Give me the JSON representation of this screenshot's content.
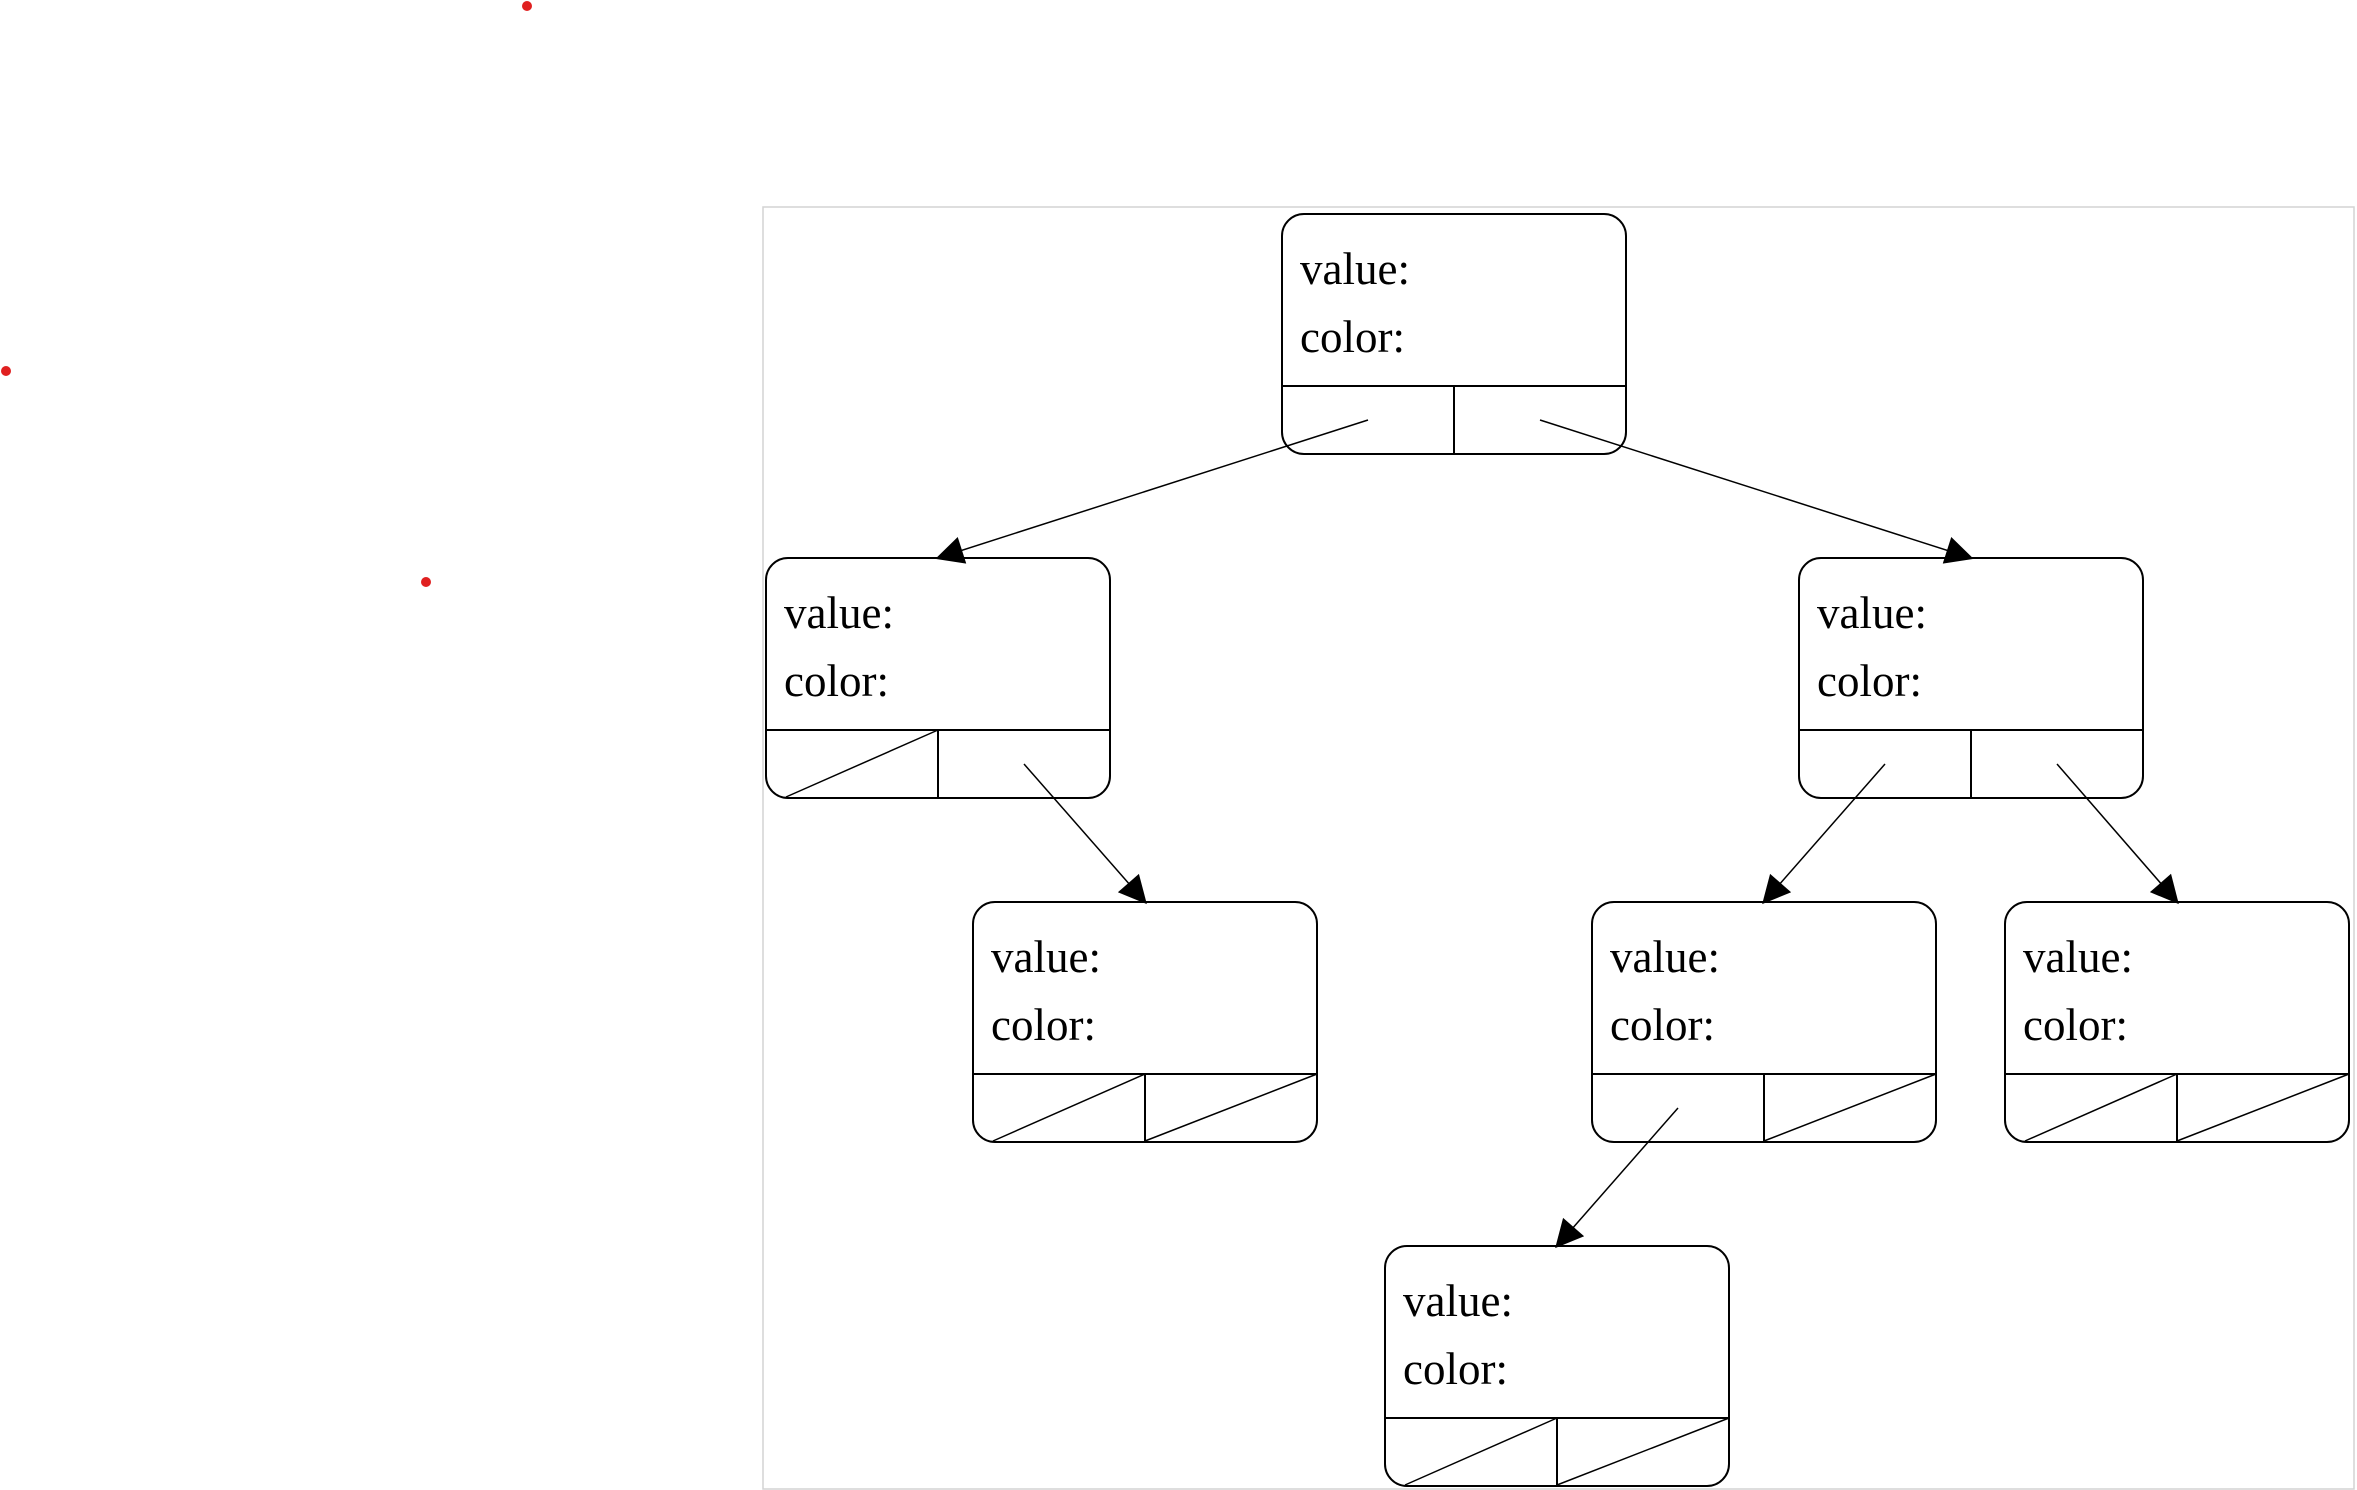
{
  "diagram": {
    "node_labels": {
      "value": "value:",
      "color": "color:"
    },
    "nodes": [
      {
        "id": "n0",
        "left_child": "n1",
        "right_child": "n2"
      },
      {
        "id": "n1",
        "left_child": null,
        "right_child": "n3"
      },
      {
        "id": "n2",
        "left_child": "n4",
        "right_child": "n5"
      },
      {
        "id": "n3",
        "left_child": null,
        "right_child": null
      },
      {
        "id": "n4",
        "left_child": "n6",
        "right_child": null
      },
      {
        "id": "n5",
        "left_child": null,
        "right_child": null
      },
      {
        "id": "n6",
        "left_child": null,
        "right_child": null
      }
    ],
    "colors": {
      "stroke": "#000000",
      "frame": "#d3d3d3",
      "marker": "#e02020",
      "background": "#ffffff"
    }
  }
}
